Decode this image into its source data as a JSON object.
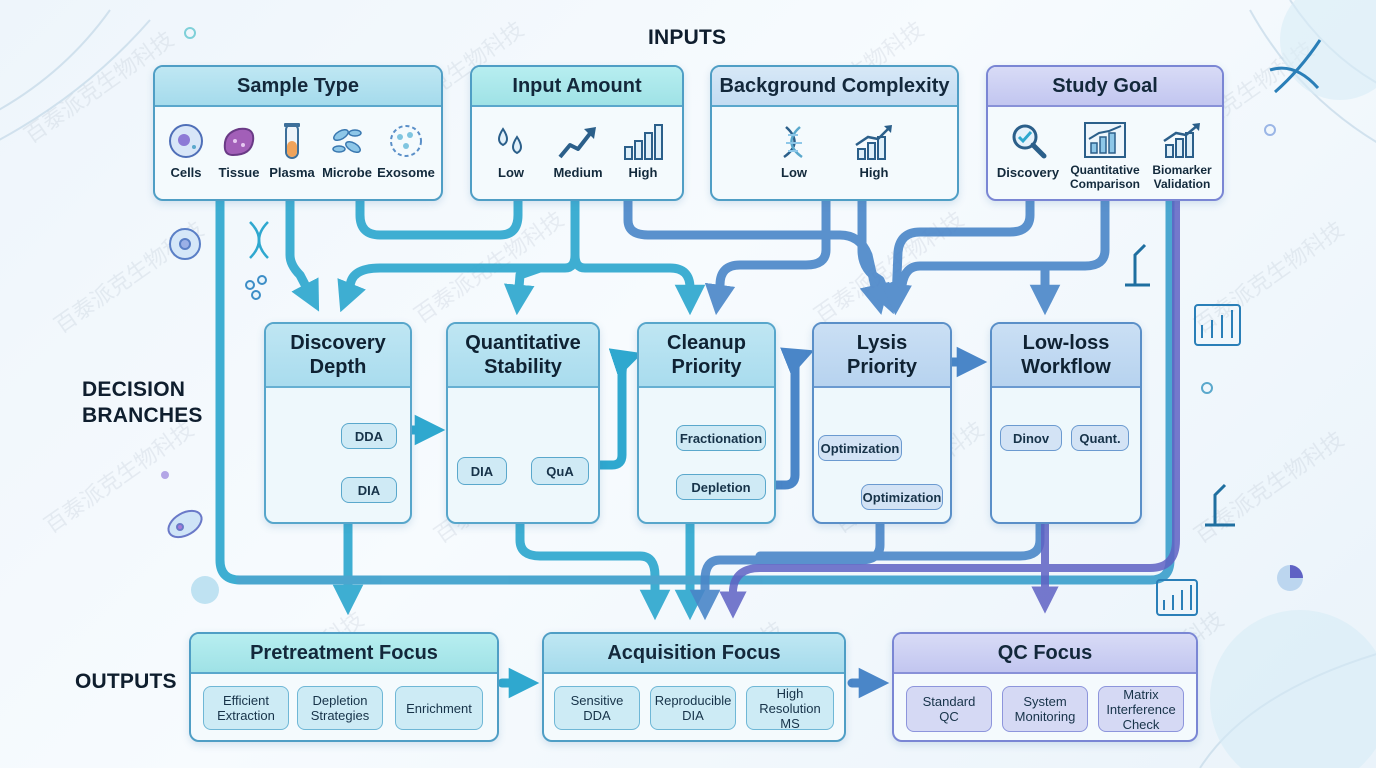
{
  "headings": {
    "inputs": "INPUTS",
    "decision_branches_line1": "DECISION",
    "decision_branches_line2": "BRANCHES",
    "outputs": "OUTPUTS"
  },
  "inputs": {
    "sample_type": {
      "title": "Sample Type",
      "items": [
        "Cells",
        "Tissue",
        "Plasma",
        "Microbe",
        "Exosome"
      ]
    },
    "input_amount": {
      "title": "Input Amount",
      "items": [
        "Low",
        "Medium",
        "High"
      ]
    },
    "background_complexity": {
      "title": "Background Complexity",
      "items": [
        "Low",
        "High"
      ]
    },
    "study_goal": {
      "title": "Study Goal",
      "items": [
        {
          "line1": "Discovery",
          "line2": ""
        },
        {
          "line1": "Quantitative",
          "line2": "Comparison"
        },
        {
          "line1": "Biomarker",
          "line2": "Validation"
        }
      ]
    }
  },
  "decisions": {
    "discovery_depth": {
      "title_line1": "Discovery",
      "title_line2": "Depth",
      "pills": [
        "DDA",
        "DIA"
      ]
    },
    "quantitative_stability": {
      "title_line1": "Quantitative",
      "title_line2": "Stability",
      "pills": [
        "DIA",
        "QuA"
      ]
    },
    "cleanup_priority": {
      "title_line1": "Cleanup",
      "title_line2": "Priority",
      "pills": [
        "Fractionation",
        "Depletion"
      ]
    },
    "lysis_priority": {
      "title_line1": "Lysis",
      "title_line2": "Priority",
      "pills": [
        "Optimization",
        "Optimization"
      ]
    },
    "low_loss_workflow": {
      "title_line1": "Low-loss",
      "title_line2": "Workflow",
      "pills": [
        "Dinov",
        "Quant."
      ]
    }
  },
  "outputs": {
    "pretreatment": {
      "title": "Pretreatment Focus",
      "cells": [
        {
          "line1": "Efficient",
          "line2": "Extraction"
        },
        {
          "line1": "Depletion",
          "line2": "Strategies"
        },
        {
          "line1": "Enrichment",
          "line2": ""
        }
      ]
    },
    "acquisition": {
      "title": "Acquisition Focus",
      "cells": [
        {
          "line1": "Sensitive",
          "line2": "DDA"
        },
        {
          "line1": "Reproducible",
          "line2": "DIA"
        },
        {
          "line1": "High",
          "line2": "Resolution MS"
        }
      ]
    },
    "qc": {
      "title": "QC Focus",
      "cells": [
        {
          "line1": "Standard",
          "line2": "QC",
          "line3": ""
        },
        {
          "line1": "System",
          "line2": "Monitoring",
          "line3": ""
        },
        {
          "line1": "Matrix",
          "line2": "Interference",
          "line3": "Check"
        }
      ]
    }
  },
  "watermark": "百泰派克生物科技",
  "colors": {
    "flow_cyan": "#2fa8cf",
    "flow_blue": "#4a86c8",
    "flow_violet": "#5f62c4",
    "panel_border": "#4f9ec5"
  }
}
